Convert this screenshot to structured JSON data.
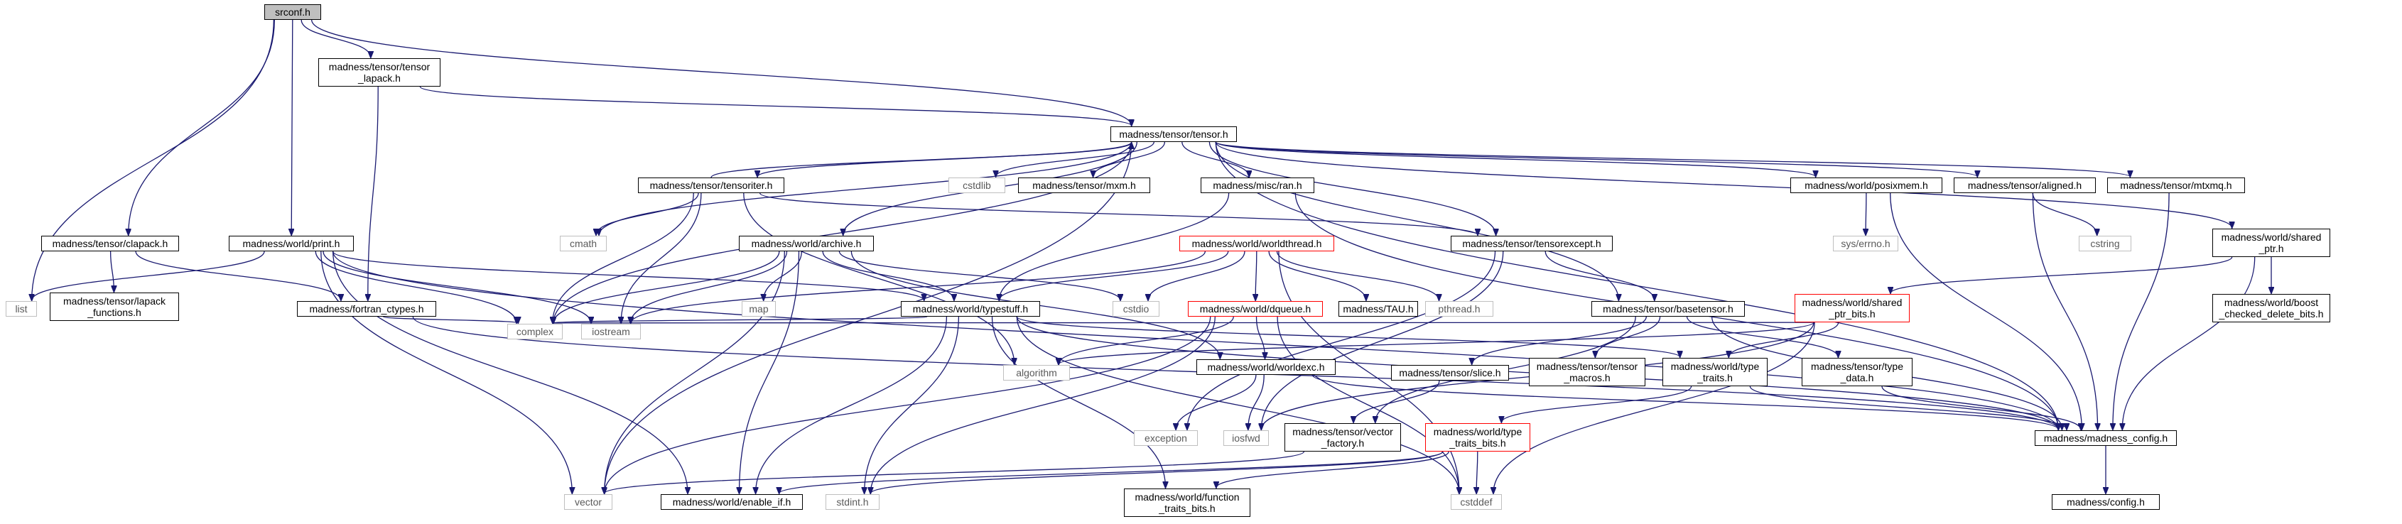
{
  "colors": {
    "edge": "#191970",
    "root_fill": "#bfbfbf",
    "node_border": "#000000",
    "system_border": "#bfbfbf",
    "highlight_border": "#ff0000"
  },
  "nodes": {
    "srconf": "srconf.h",
    "tensor_lapack": "madness/tensor/tensor\n_lapack.h",
    "tensor": "madness/tensor/tensor.h",
    "list": "list",
    "clapack": "madness/tensor/clapack.h",
    "print": "madness/world/print.h",
    "lapack_functions": "madness/tensor/lapack\n_functions.h",
    "fortran_ctypes": "madness/fortran_ctypes.h",
    "tensoriter": "madness/tensor/tensoriter.h",
    "cstdlib": "cstdlib",
    "mxm": "madness/tensor/mxm.h",
    "ran": "madness/misc/ran.h",
    "posixmem": "madness/world/posixmem.h",
    "aligned": "madness/tensor/aligned.h",
    "mtxmq": "madness/tensor/mtxmq.h",
    "cmath": "cmath",
    "archive": "madness/world/archive.h",
    "worldthread": "madness/world/worldthread.h",
    "tensorexcept": "madness/tensor/tensorexcept.h",
    "syserrno": "sys/errno.h",
    "cstring": "cstring",
    "shared_ptr": "madness/world/shared\n_ptr.h",
    "cstdio": "cstdio",
    "map": "map",
    "pthread": "pthread.h",
    "tau": "madness/TAU.h",
    "typestuff": "madness/world/typestuff.h",
    "dqueue": "madness/world/dqueue.h",
    "basetensor": "madness/tensor/basetensor.h",
    "shared_ptr_bits": "madness/world/shared\n_ptr_bits.h",
    "boost_checked": "madness/world/boost\n_checked_delete_bits.h",
    "complex": "complex",
    "iostream": "iostream",
    "algorithm": "algorithm",
    "worldexc": "madness/world/worldexc.h",
    "slice": "madness/tensor/slice.h",
    "tensor_macros": "madness/tensor/tensor\n_macros.h",
    "type_traits": "madness/world/type\n_traits.h",
    "type_data": "madness/tensor/type\n_data.h",
    "exception": "exception",
    "iosfwd": "iosfwd",
    "vector_factory": "madness/tensor/vector\n_factory.h",
    "type_traits_bits": "madness/world/type\n_traits_bits.h",
    "madness_config": "madness/madness_config.h",
    "vector": "vector",
    "enable_if": "madness/world/enable_if.h",
    "stdint": "stdint.h",
    "function_traits": "madness/world/function\n_traits_bits.h",
    "cstddef": "cstddef",
    "config": "madness/config.h"
  }
}
